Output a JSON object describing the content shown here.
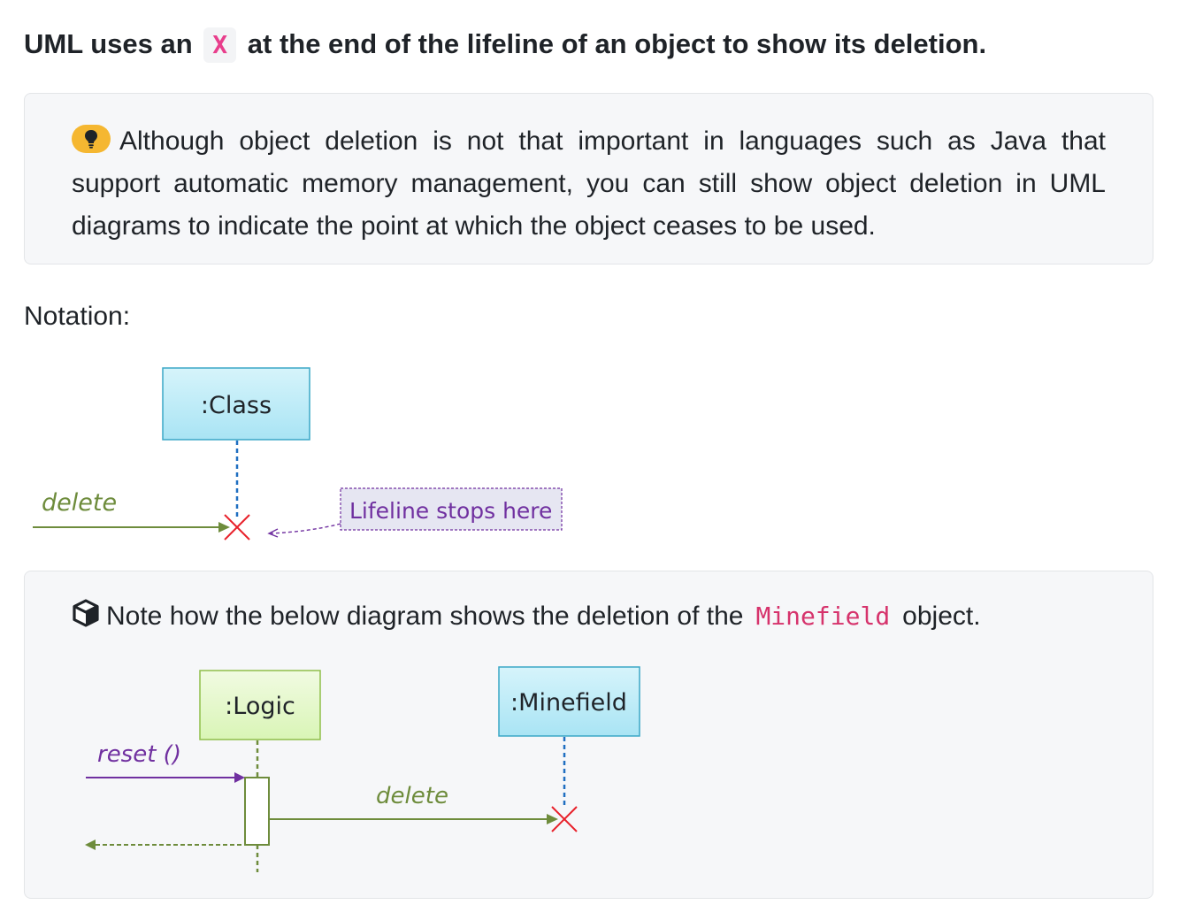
{
  "heading": {
    "before": "UML uses an",
    "code": "X",
    "after": "at the end of the lifeline of an object to show its deletion."
  },
  "tip": {
    "icon": "lightbulb-icon",
    "text": "Although object deletion is not that important in languages such as Java that support automatic memory management, you can still show object deletion in UML diagrams to indicate the point at which the object ceases to be used."
  },
  "notation_label": "Notation:",
  "notation_diagram": {
    "object_label": ":Class",
    "message_label": "delete",
    "callout_label": "Lifeline stops here"
  },
  "note": {
    "icon": "cube-icon",
    "before": "Note how the below diagram shows the deletion of the",
    "code": "Minefield",
    "after": "object."
  },
  "example_diagram": {
    "logic_label": ":Logic",
    "minefield_label": ":Minefield",
    "reset_label": "reset ()",
    "delete_label": "delete"
  },
  "colors": {
    "object_box_fill": "#b7ebf7",
    "object_box_stroke": "#3aa7c6",
    "logic_box_fill": "#e2f7c4",
    "logic_box_stroke": "#8fbf4a",
    "message_green": "#6e8c3c",
    "message_purple": "#7030a0",
    "lifeline_blue": "#1f6fc1",
    "delete_x_red": "#e8202a",
    "callout_fill": "#e6e6f2",
    "code_pink": "#e83e8c"
  }
}
